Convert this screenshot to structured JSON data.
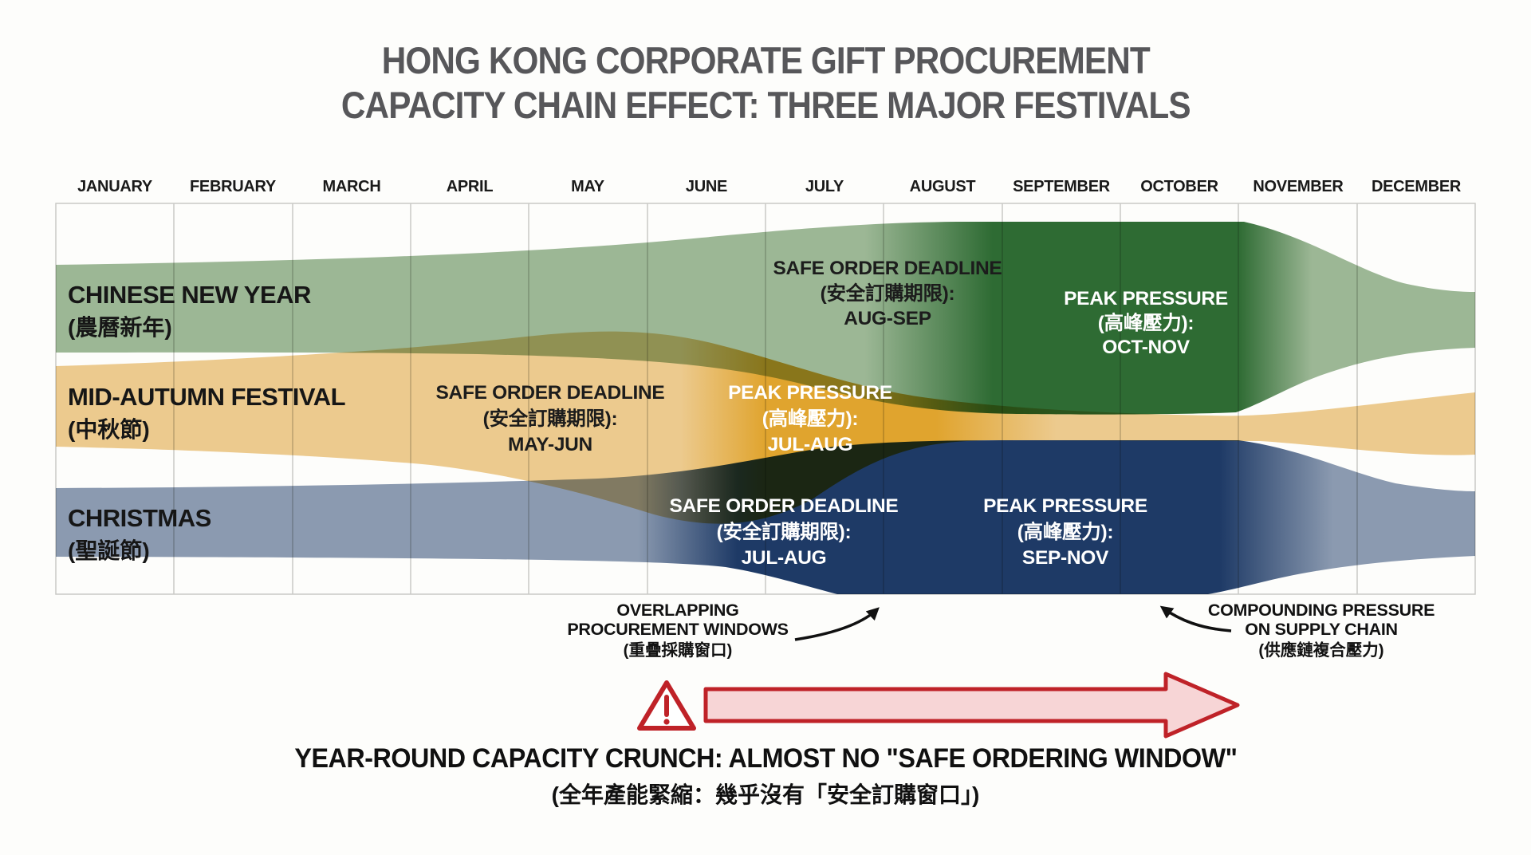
{
  "title": {
    "line1": "HONG KONG CORPORATE GIFT PROCUREMENT",
    "line2": "CAPACITY CHAIN EFFECT: THREE MAJOR FESTIVALS"
  },
  "months": [
    "JANUARY",
    "FEBRUARY",
    "MARCH",
    "APRIL",
    "MAY",
    "JUNE",
    "JULY",
    "AUGUST",
    "SEPTEMBER",
    "OCTOBER",
    "NOVEMBER",
    "DECEMBER"
  ],
  "bands": [
    {
      "name": "CHINESE NEW YEAR",
      "name_zh": "(農曆新年)",
      "color_light": "#9CB795",
      "color_dark": "#2E6B33",
      "safe_order": {
        "line1": "SAFE ORDER DEADLINE",
        "line2": "(安全訂購期限):",
        "line3": "AUG-SEP"
      },
      "peak": {
        "line1": "PEAK PRESSURE",
        "line2": "(高峰壓力):",
        "line3": "OCT-NOV"
      }
    },
    {
      "name": "MID-AUTUMN FESTIVAL",
      "name_zh": "(中秋節)",
      "color_light": "#ECCA8E",
      "color_dark": "#E0A42E",
      "safe_order": {
        "line1": "SAFE ORDER DEADLINE",
        "line2": "(安全訂購期限):",
        "line3": "MAY-JUN"
      },
      "peak": {
        "line1": "PEAK PRESSURE",
        "line2": "(高峰壓力):",
        "line3": "JUL-AUG"
      }
    },
    {
      "name": "CHRISTMAS",
      "name_zh": "(聖誕節)",
      "color_light": "#8B9AB0",
      "color_dark": "#1E3A66",
      "safe_order": {
        "line1": "SAFE ORDER DEADLINE",
        "line2": "(安全訂購期限):",
        "line3": "JUL-AUG"
      },
      "peak": {
        "line1": "PEAK PRESSURE",
        "line2": "(高峰壓力):",
        "line3": "SEP-NOV"
      }
    }
  ],
  "annotations": {
    "overlapping": {
      "line1": "OVERLAPPING",
      "line2": "PROCUREMENT WINDOWS",
      "line3": "(重疊採購窗口)"
    },
    "compounding": {
      "line1": "COMPOUNDING PRESSURE",
      "line2": "ON SUPPLY CHAIN",
      "line3": "(供應鏈複合壓力)"
    }
  },
  "footer": {
    "line1": "YEAR-ROUND CAPACITY CRUNCH: ALMOST NO \"SAFE ORDERING WINDOW\"",
    "line2": "(全年產能緊縮：幾乎沒有「安全訂購窗口」)"
  },
  "warning_color": "#BF2228",
  "chart_data": {
    "type": "table",
    "title": "HONG KONG CORPORATE GIFT PROCUREMENT CAPACITY CHAIN EFFECT: THREE MAJOR FESTIVALS",
    "x_axis_months": [
      "JANUARY",
      "FEBRUARY",
      "MARCH",
      "APRIL",
      "MAY",
      "JUNE",
      "JULY",
      "AUGUST",
      "SEPTEMBER",
      "OCTOBER",
      "NOVEMBER",
      "DECEMBER"
    ],
    "series": [
      {
        "name": "CHINESE NEW YEAR (農曆新年)",
        "safe_order_deadline": "AUG-SEP",
        "peak_pressure": "OCT-NOV"
      },
      {
        "name": "MID-AUTUMN FESTIVAL (中秋節)",
        "safe_order_deadline": "MAY-JUN",
        "peak_pressure": "JUL-AUG"
      },
      {
        "name": "CHRISTMAS (聖誕節)",
        "safe_order_deadline": "JUL-AUG",
        "peak_pressure": "SEP-NOV"
      }
    ],
    "legend_position": "none",
    "grid": "vertical-month-gridlines"
  }
}
